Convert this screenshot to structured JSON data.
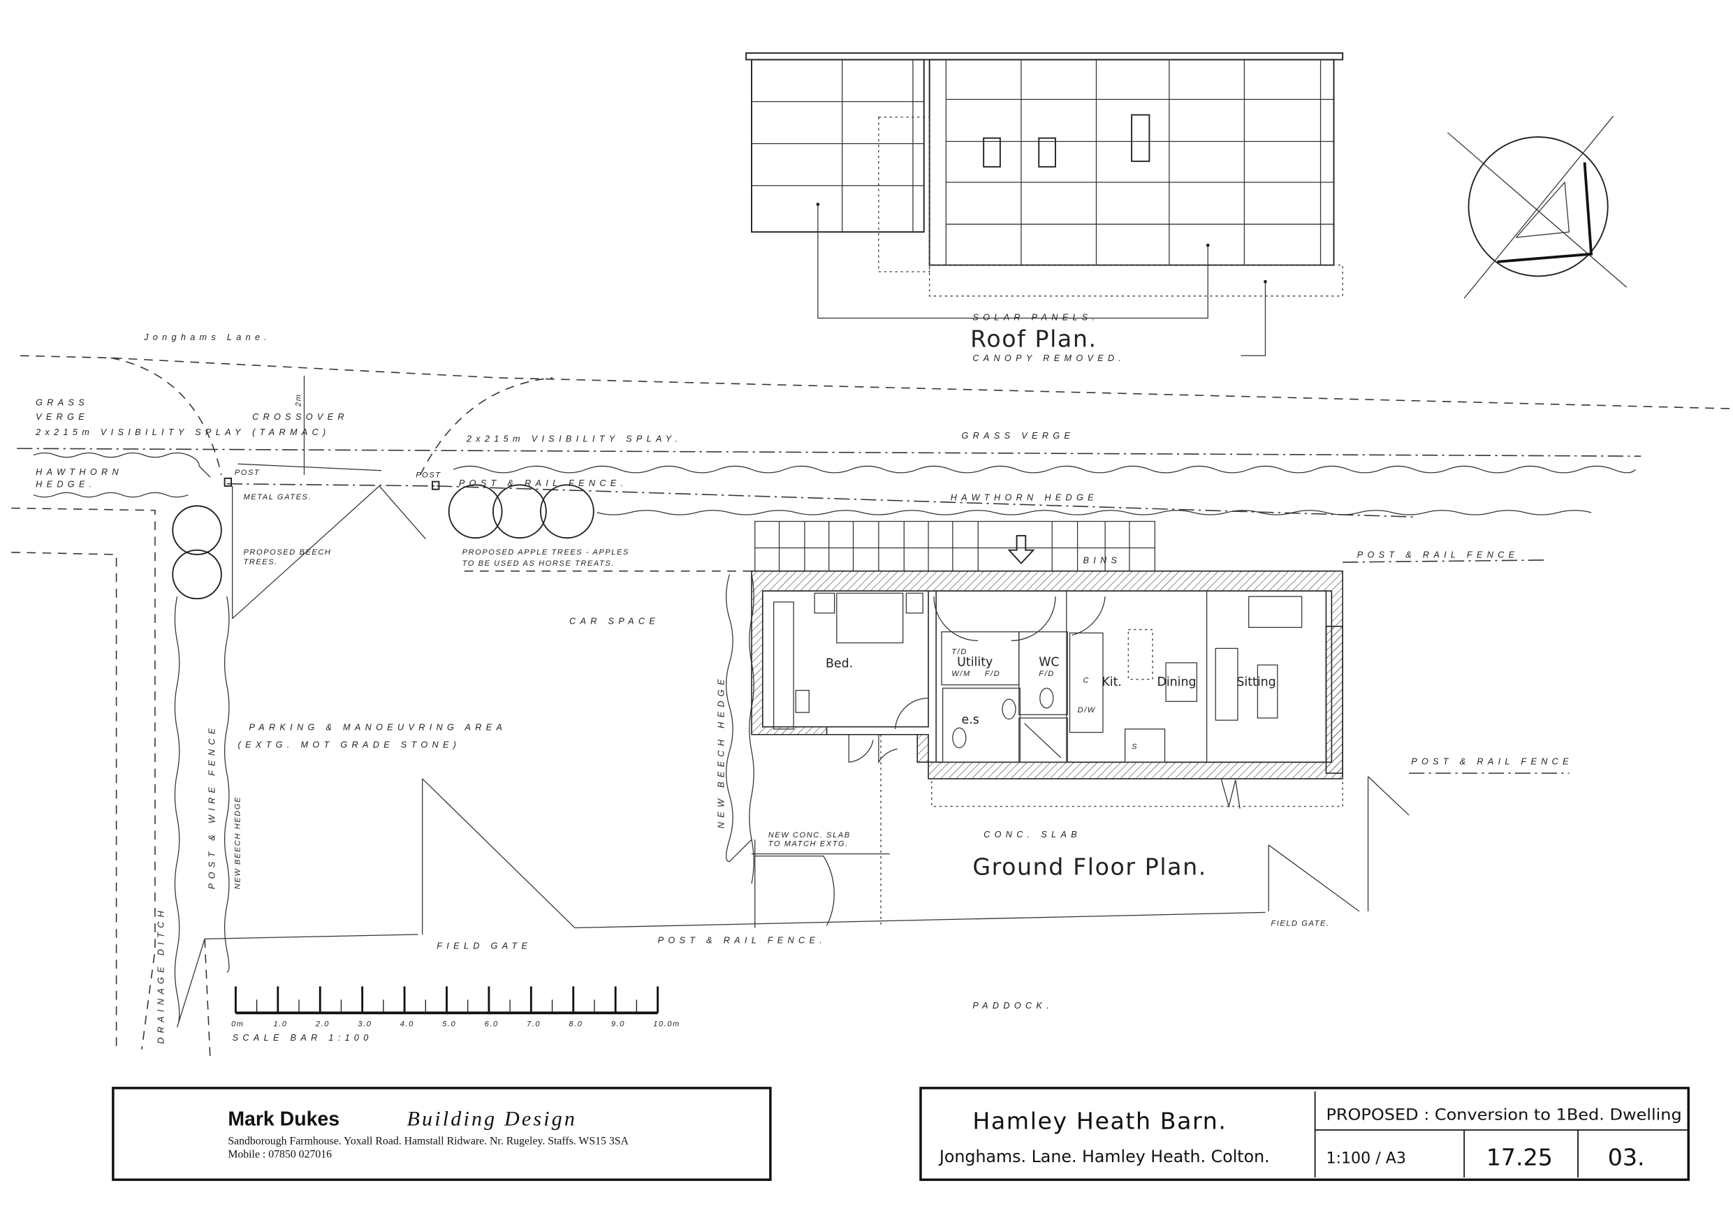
{
  "site": {
    "lane": "Jonghams Lane.",
    "grass_verge_left": [
      "GRASS",
      "VERGE"
    ],
    "splay_left": "2x215m VISIBILITY SPLAY",
    "crossover": [
      "CROSSOVER",
      "(TARMAC)"
    ],
    "dim_2m": "2m",
    "splay_right": "2x215m VISIBILITY SPLAY.",
    "hawthorn_left": [
      "HAWTHORN",
      "HEDGE."
    ],
    "post_left": "POST",
    "post_right": "POST",
    "post_rail_top": "POST & RAIL FENCE.",
    "metal_gates": "METAL GATES.",
    "grass_verge_right": "GRASS VERGE",
    "hawthorn_right": "HAWTHORN HEDGE",
    "beech_trees": [
      "PROPOSED BEECH",
      "TREES."
    ],
    "apple_trees": [
      "PROPOSED APPLE TREES - APPLES",
      "TO BE USED AS HORSE TREATS."
    ],
    "bins": "BINS",
    "post_rail_east_top": "POST & RAIL FENCE",
    "car_space": "CAR SPACE",
    "parking": [
      "PARKING & MANOEUVRING AREA",
      "(EXTG. MOT GRADE STONE)"
    ],
    "new_beech_hedge_east": "NEW BEECH HEDGE",
    "drainage_ditch": "DRAINAGE DITCH",
    "post_wire_fence": "POST & WIRE FENCE",
    "new_beech_hedge_west": "NEW BEECH HEDGE",
    "post_rail_east": "POST & RAIL FENCE",
    "new_slab": [
      "NEW CONC. SLAB",
      "TO MATCH EXTG."
    ],
    "conc_slab": "CONC. SLAB",
    "field_gate_left": "FIELD GATE",
    "post_rail_bottom": "POST & RAIL FENCE.",
    "field_gate_right": "FIELD GATE.",
    "paddock": "PADDOCK."
  },
  "ground_floor": {
    "title": "Ground Floor Plan.",
    "rooms": {
      "bed": "Bed.",
      "utility": "Utility",
      "wc": "WC",
      "kit": "Kit.",
      "dining": "Dining",
      "sitting": "Sitting",
      "ensuite": "e.s"
    },
    "fixtures": {
      "td": "T/D",
      "wm": "W/M",
      "fd1": "F/D",
      "fd2": "F/D",
      "cooker": "C",
      "dw": "D/W",
      "sink": "S"
    }
  },
  "roof_plan": {
    "title": "Roof Plan.",
    "solar": "SOLAR PANELS.",
    "canopy": "CANOPY REMOVED."
  },
  "scale_bar": {
    "labels": [
      "0m",
      "1.0",
      "2.0",
      "3.0",
      "4.0",
      "5.0",
      "6.0",
      "7.0",
      "8.0",
      "9.0",
      "10.0m"
    ],
    "caption": "SCALE BAR 1:100"
  },
  "title_block": {
    "firm_name": "Mark Dukes",
    "firm_tag": "Building Design",
    "address": "Sandborough Farmhouse. Yoxall Road. Hamstall Ridware. Nr. Rugeley. Staffs. WS15 3SA",
    "mobile": "Mobile : 07850 027016",
    "project": "Hamley Heath Barn.",
    "location": "Jonghams. Lane. Hamley Heath. Colton.",
    "description": "PROPOSED : Conversion to 1Bed. Dwelling",
    "scale": "1:100  /  A3",
    "job_no": "17.25",
    "drawing_no": "03."
  }
}
